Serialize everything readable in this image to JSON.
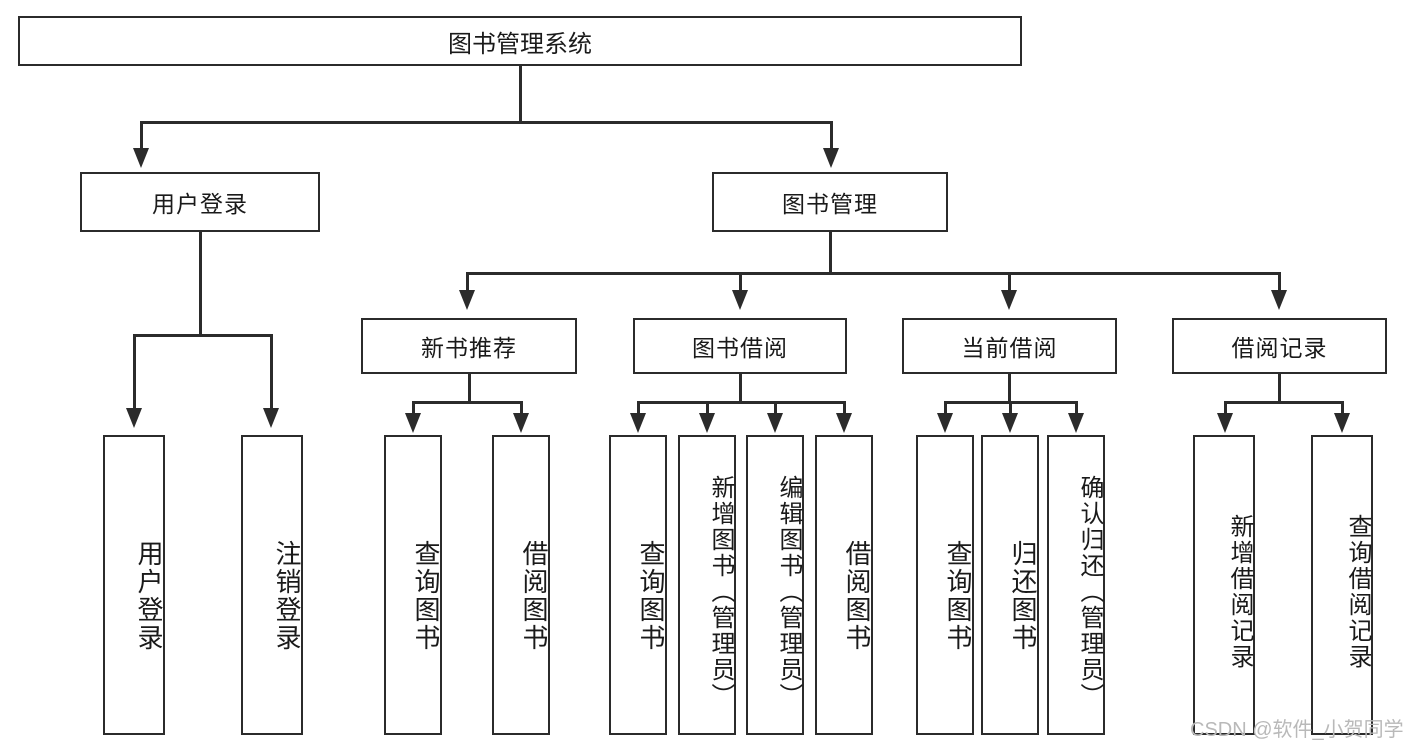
{
  "diagram": {
    "type": "hierarchy-tree",
    "title": "图书管理系统",
    "root": {
      "label": "图书管理系统"
    },
    "level1": [
      {
        "label": "用户登录"
      },
      {
        "label": "图书管理"
      }
    ],
    "level2": [
      {
        "label": "新书推荐"
      },
      {
        "label": "图书借阅"
      },
      {
        "label": "当前借阅"
      },
      {
        "label": "借阅记录"
      }
    ],
    "leaves": {
      "user_login": [
        {
          "label": "用户登录"
        },
        {
          "label": "注销登录"
        }
      ],
      "new_book_recommend": [
        {
          "label": "查询图书"
        },
        {
          "label": "借阅图书"
        }
      ],
      "book_borrow": [
        {
          "label": "查询图书"
        },
        {
          "label": "新增图书（管理员）"
        },
        {
          "label": "编辑图书（管理员）"
        },
        {
          "label": "借阅图书"
        }
      ],
      "current_borrow": [
        {
          "label": "查询图书"
        },
        {
          "label": "归还图书"
        },
        {
          "label": "确认归还（管理员）"
        }
      ],
      "borrow_record": [
        {
          "label": "新增借阅记录"
        },
        {
          "label": "查询借阅记录"
        }
      ]
    }
  },
  "watermark": {
    "text": "CSDN @软件_小贺同学"
  },
  "colors": {
    "stroke": "#2b2b2b",
    "background": "#ffffff",
    "text": "#1a1a1a",
    "watermark": "#b9b9b9"
  }
}
